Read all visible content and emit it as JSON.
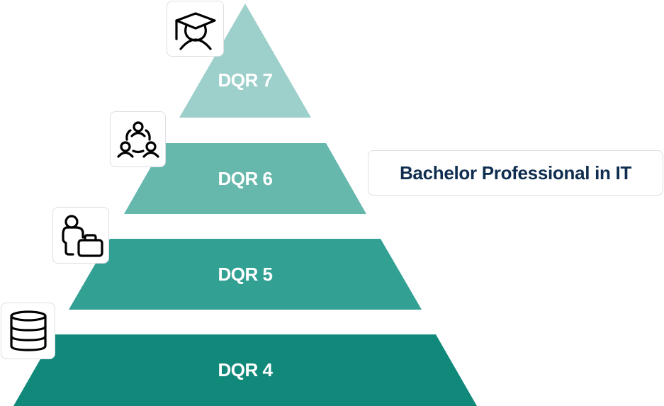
{
  "tiers": [
    {
      "label": "DQR 7",
      "color": "#9dd0cb",
      "icon": "graduation-cap-person-icon"
    },
    {
      "label": "DQR 6",
      "color": "#66b8ad",
      "icon": "team-network-icon"
    },
    {
      "label": "DQR 5",
      "color": "#33a094",
      "icon": "person-briefcase-icon"
    },
    {
      "label": "DQR 4",
      "color": "#10887a",
      "icon": "database-icon"
    }
  ],
  "callout": {
    "text": "Bachelor Professional in IT",
    "color": "#0f2d4f"
  }
}
